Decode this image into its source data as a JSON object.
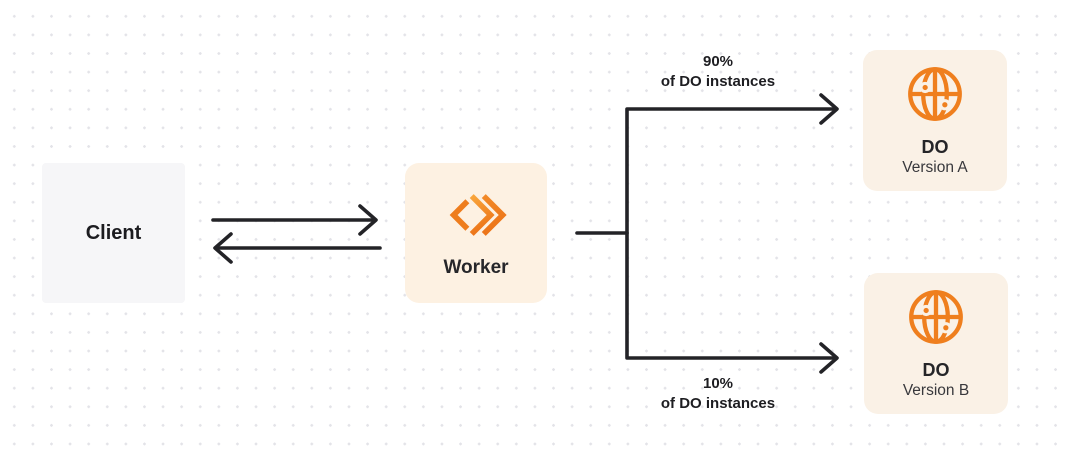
{
  "colors": {
    "accent_orange": "#ef7f1e",
    "arrow_dark": "#232327",
    "worker_box_bg": "#fdf1e2",
    "do_box_bg": "#faf1e6",
    "client_box_bg": "#f6f6f8",
    "dot_grid": "#e3e3e8"
  },
  "nodes": {
    "client": {
      "label": "Client"
    },
    "worker": {
      "label": "Worker",
      "icon": "workers-logo-icon"
    },
    "do_a": {
      "title": "DO",
      "subtitle": "Version A",
      "icon": "globe-icon"
    },
    "do_b": {
      "title": "DO",
      "subtitle": "Version B",
      "icon": "globe-icon"
    }
  },
  "edges": {
    "split_top": {
      "pct": "90%",
      "caption": "of DO instances"
    },
    "split_bottom": {
      "pct": "10%",
      "caption": "of DO instances"
    }
  }
}
